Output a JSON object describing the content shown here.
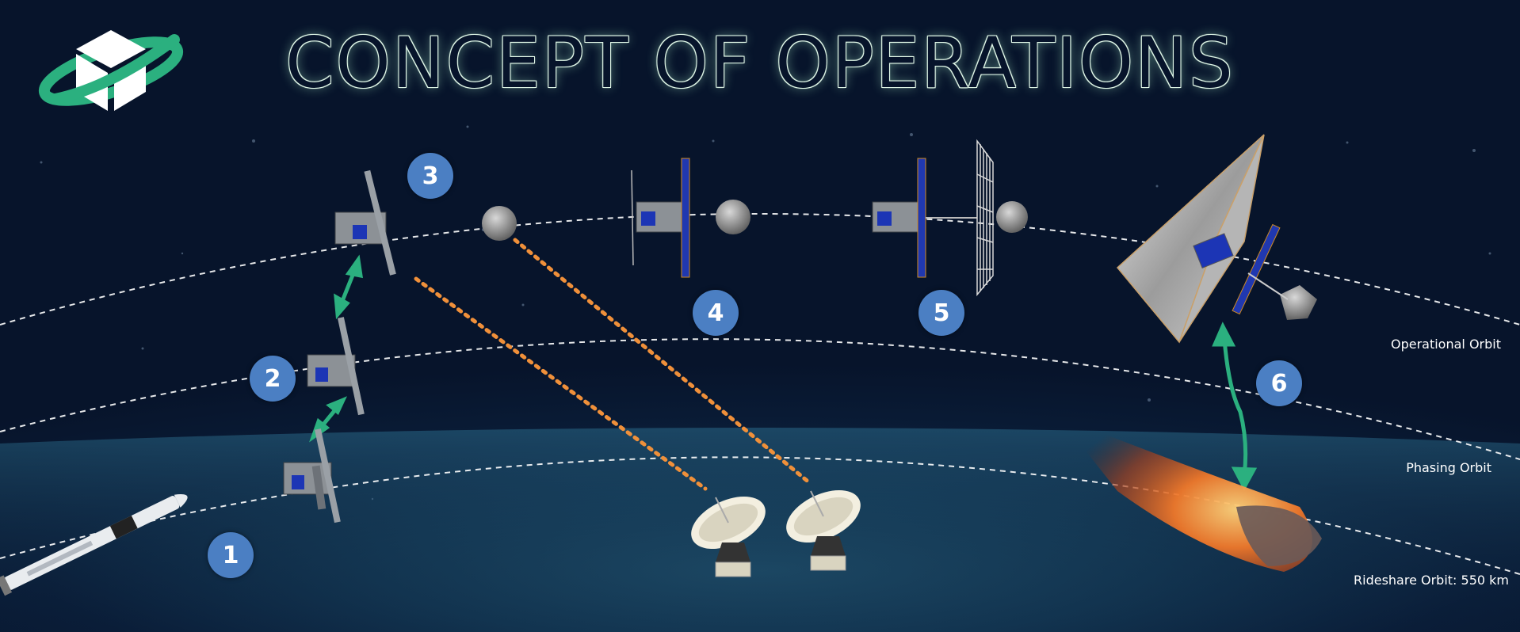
{
  "title": "CONCEPT OF OPERATIONS",
  "steps": [
    "1",
    "2",
    "3",
    "4",
    "5",
    "6"
  ],
  "orbits": {
    "operational": "Operational Orbit",
    "phasing": "Phasing Orbit",
    "rideshare": "Rideshare Orbit: 550 km"
  },
  "colors": {
    "background": "#07142b",
    "step_badge": "#4b7fc3",
    "transfer_arrow": "#2bb07f",
    "downlink": "#f0903a",
    "orbit_line": "#ffffff",
    "logo_ring": "#2bb07f"
  },
  "icons": [
    "logo-icon",
    "rocket-icon",
    "cubesat-icon",
    "asteroid-icon",
    "ground-antenna-icon",
    "solar-sail-icon",
    "reentry-fireball-icon"
  ]
}
